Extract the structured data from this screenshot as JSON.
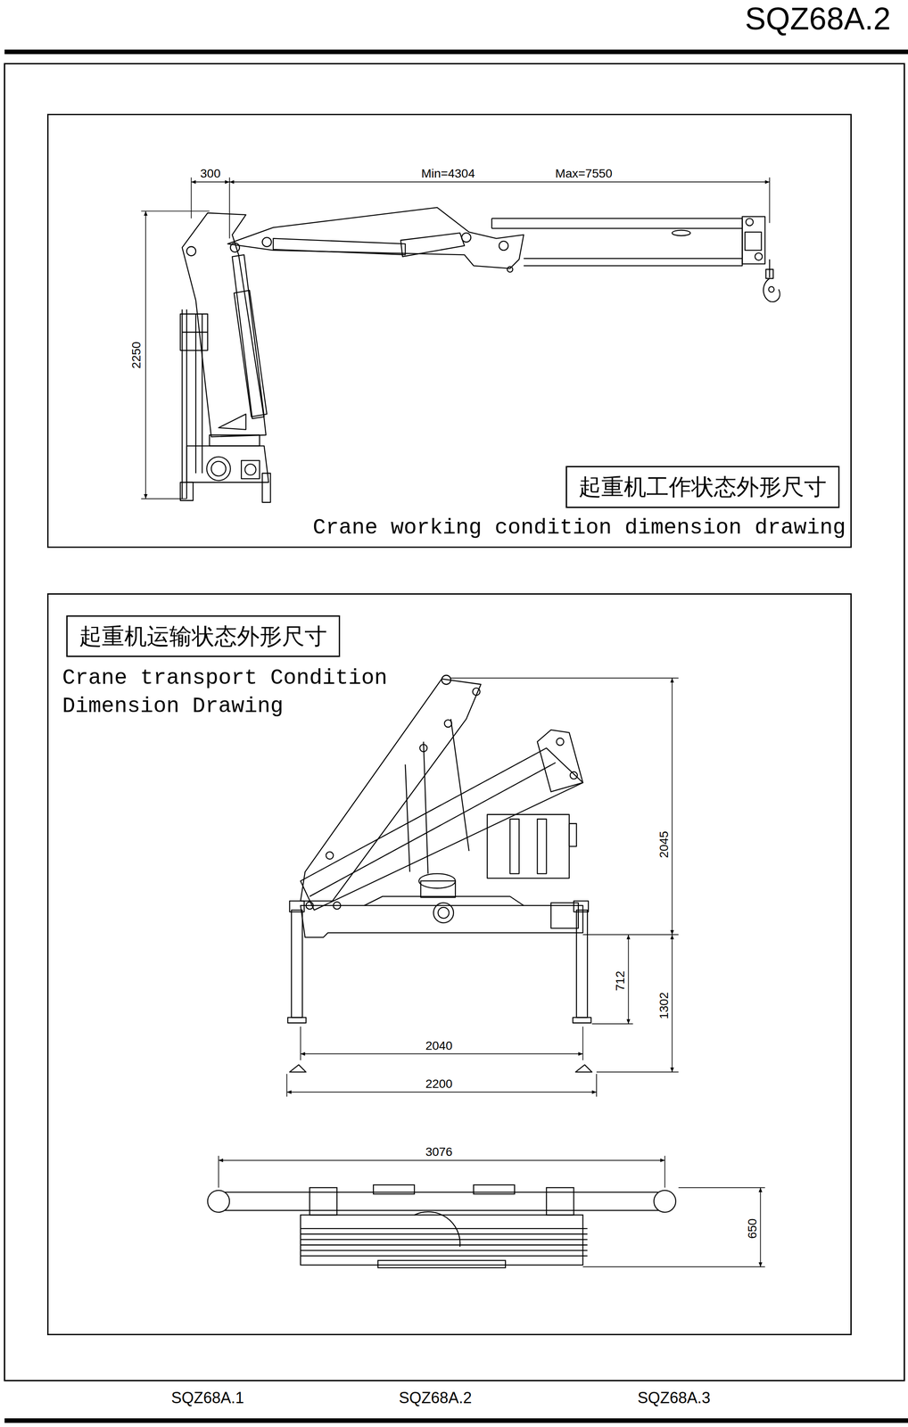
{
  "diagram": {
    "title": "SQZ68A.2",
    "nodes": [
      {
        "text": [
          "Crane working condition dimension drawing"
        ]
      },
      {
        "text": [
          "起重机工作状态外形尺寸"
        ],
        "in": 0
      },
      {
        "text": [
          "Crane transport Condition Dimension Drawing"
        ]
      },
      {
        "text": [
          "起重机运输状态外形尺寸"
        ],
        "in": 2
      }
    ],
    "labels": [
      "300",
      "Min=4304",
      "Max=7550",
      "2250",
      "2045",
      "712",
      "1302",
      "2040",
      "2200",
      "3076",
      "650",
      "SQZ68A.1",
      "SQZ68A.2",
      "SQZ68A.3"
    ]
  }
}
